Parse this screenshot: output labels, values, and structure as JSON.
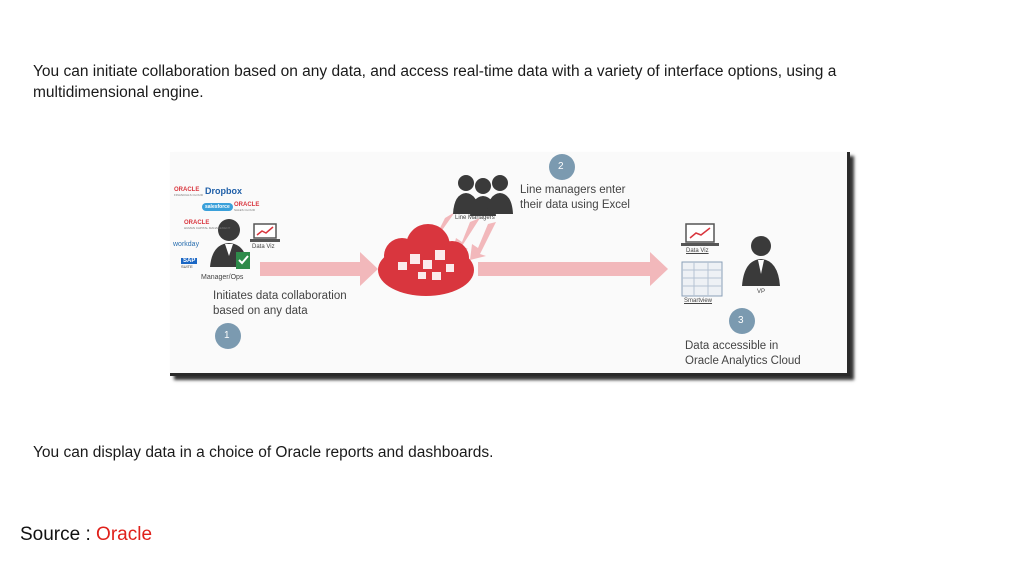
{
  "intro": "You can initiate collaboration based on any data, and access real-time data with a variety of interface options, using a multidimensional engine.",
  "outro": "You can display data in a choice of Oracle reports and dashboards.",
  "source": {
    "prefix": "Source : ",
    "link": "Oracle"
  },
  "diagram": {
    "logos": {
      "oracle1": "ORACLE",
      "oracle1_sub": "FINANCIALS CLOUD",
      "dropbox": "Dropbox",
      "salesforce": "salesforce",
      "oracle2": "ORACLE",
      "oracle2_sub": "SALES CLOUD",
      "oracle3": "ORACLE",
      "oracle3_sub": "HUMAN CAPITAL MANAGEMENT",
      "workday": "workday",
      "sap": "SAP",
      "sap_sub": "SUITE"
    },
    "left": {
      "data_viz": "Data Viz",
      "person_label": "Manager/Ops",
      "caption_line1": "Initiates data collaboration",
      "caption_line2": "based on any data",
      "step": "1"
    },
    "top": {
      "group_label": "Line Managers",
      "caption_line1": "Line managers enter",
      "caption_line2": "their data using Excel",
      "step": "2"
    },
    "right": {
      "data_viz": "Data Viz",
      "smartview": "Smartview",
      "vp": "VP",
      "caption_line1": "Data accessible in",
      "caption_line2": "Oracle Analytics Cloud",
      "step": "3"
    },
    "colors": {
      "cloud": "#d9363e",
      "arrow": "#f2b8bb",
      "step_circle": "#7b9ab0",
      "person": "#3a3a3a"
    }
  }
}
